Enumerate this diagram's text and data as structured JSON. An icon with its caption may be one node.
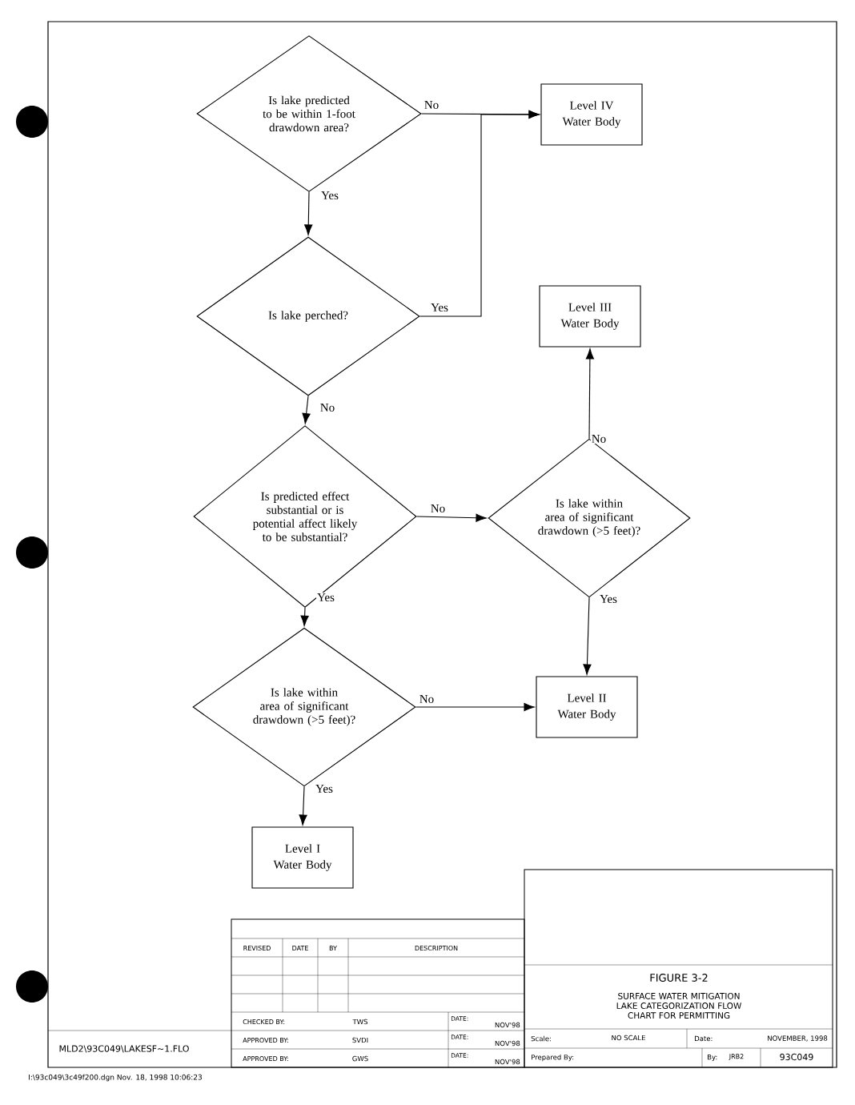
{
  "diagram": {
    "nodes": [
      {
        "text": [
          "Is lake predicted to be within 1-foot drawdown area?"
        ]
      },
      {
        "text": [
          "Level IV Water Body"
        ]
      },
      {
        "text": [
          "Is lake perched?"
        ]
      },
      {
        "text": [
          "Level III Water Body"
        ]
      },
      {
        "text": [
          "Is predicted effect substantial or is potential affect likely to be substantial?"
        ]
      },
      {
        "text": [
          "Is lake within area of significant drawdown (>5 feet)?"
        ]
      },
      {
        "text": [
          "Is lake within area of significant drawdown (>5 feet)?"
        ]
      },
      {
        "text": [
          "Level II Water Body"
        ]
      },
      {
        "text": [
          "Level I Water Body"
        ]
      }
    ],
    "edges": [
      {
        "from": 0,
        "to": 1,
        "arrow": "to",
        "label": "No"
      },
      {
        "from": 0,
        "to": 2,
        "arrow": "to",
        "label": "Yes"
      },
      {
        "from": 2,
        "to": 1,
        "arrow": "to",
        "label": "Yes"
      },
      {
        "from": 2,
        "to": 4,
        "arrow": "to",
        "label": "No"
      },
      {
        "from": 4,
        "to": 5,
        "arrow": "to",
        "label": "No"
      },
      {
        "from": 5,
        "to": 3,
        "arrow": "to",
        "label": "No"
      },
      {
        "from": 5,
        "to": 7,
        "arrow": "to",
        "label": "Yes"
      },
      {
        "from": 4,
        "to": 6,
        "arrow": "to",
        "label": "Yes"
      },
      {
        "from": 6,
        "to": 7,
        "arrow": "to",
        "label": "No"
      },
      {
        "from": 6,
        "to": 8,
        "arrow": "to",
        "label": "Yes"
      }
    ],
    "labels": [
      "REVISED",
      "DATE",
      "BY",
      "DESCRIPTION",
      "CHECKED BY:",
      "TWS",
      "DATE:",
      "NOV'98",
      "APPROVED BY:",
      "SVDI",
      "DATE:",
      "NOV'98",
      "APPROVED BY:",
      "GWS",
      "DATE:",
      "NOV'98",
      "FIGURE 3-2",
      "SURFACE WATER MITIGATION LAKE CATEGORIZATION FLOW CHART FOR PERMITTING",
      "Scale:",
      "NO SCALE",
      "Date:",
      "NOVEMBER, 1998",
      "Prepared By:",
      "By:",
      "JRB2",
      "93C049",
      "MLD2\\93C049\\LAKESF~1.FLO",
      "I:\\93c049\\3c49f200.dgn Nov. 18, 1998 10:06:23"
    ]
  }
}
